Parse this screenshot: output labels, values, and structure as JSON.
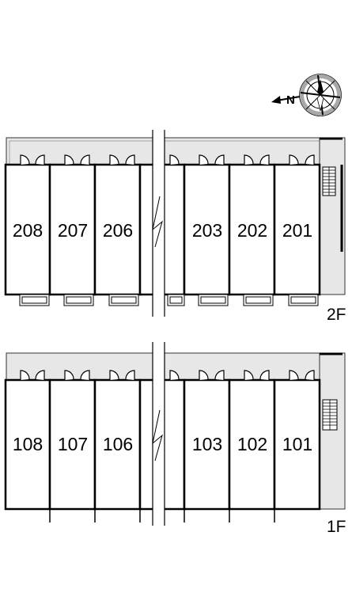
{
  "compass": {
    "label": "N"
  },
  "floors": [
    {
      "label": "2F",
      "rooms": [
        "208",
        "207",
        "206",
        "203",
        "202",
        "201"
      ]
    },
    {
      "label": "1F",
      "rooms": [
        "108",
        "107",
        "106",
        "103",
        "102",
        "101"
      ]
    }
  ]
}
